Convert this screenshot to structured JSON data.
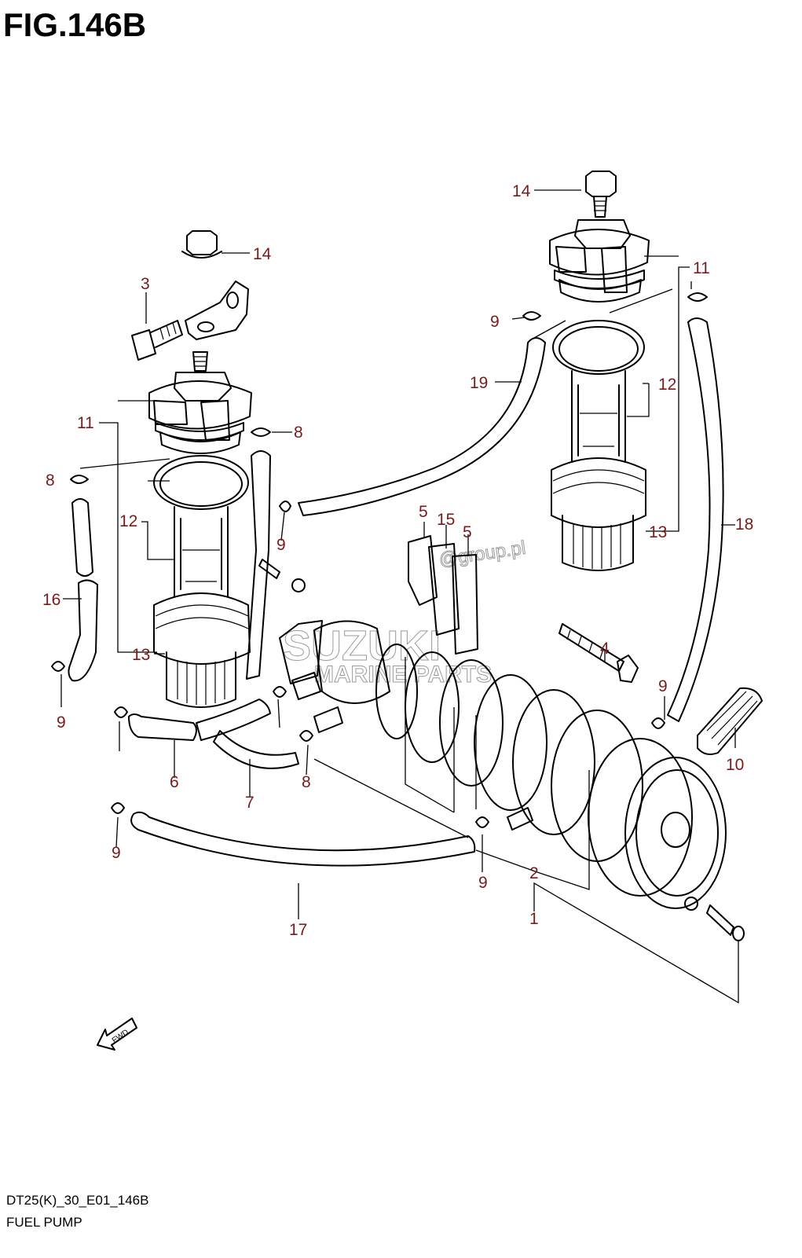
{
  "figure": {
    "title": "FIG.146B",
    "model_code": "DT25(K)_30_E01_146B",
    "name": "FUEL PUMP",
    "direction_label": "FWD",
    "callout_color": "#7a1a1a"
  },
  "watermark": {
    "line1": "@group.pl",
    "line2": "SUZUKI",
    "line3": "MARINE PARTS"
  },
  "callouts": [
    "14",
    "3",
    "11",
    "8",
    "12",
    "16",
    "13",
    "9",
    "6",
    "7",
    "17",
    "14",
    "11",
    "9",
    "19",
    "12",
    "13",
    "18",
    "5",
    "15",
    "5",
    "4",
    "10",
    "2",
    "1",
    "9",
    "8",
    "9",
    "8",
    "9",
    "9"
  ]
}
